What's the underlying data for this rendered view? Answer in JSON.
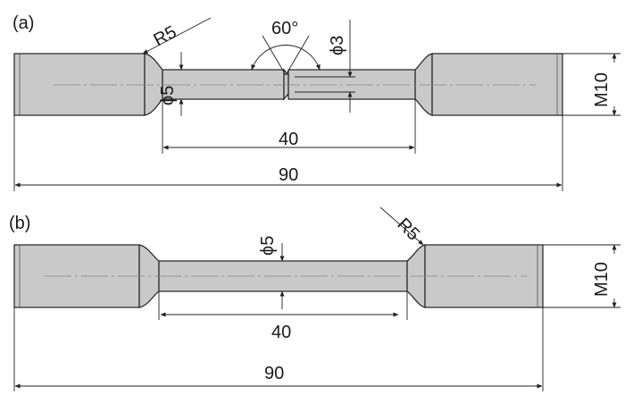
{
  "panel_a": {
    "label": "(a)",
    "dims": {
      "radius": "R5",
      "angle": "60°",
      "notch_diameter": "ϕ3",
      "gauge_diameter": "ϕ5",
      "thread": "M10",
      "gauge_length": "40",
      "total_length": "90"
    }
  },
  "panel_b": {
    "label": "(b)",
    "dims": {
      "radius": "R5",
      "gauge_diameter": "ϕ5",
      "thread": "M10",
      "gauge_length": "40",
      "total_length": "90"
    }
  },
  "colors": {
    "line": "#222222",
    "fill": "#c9c9c9"
  }
}
